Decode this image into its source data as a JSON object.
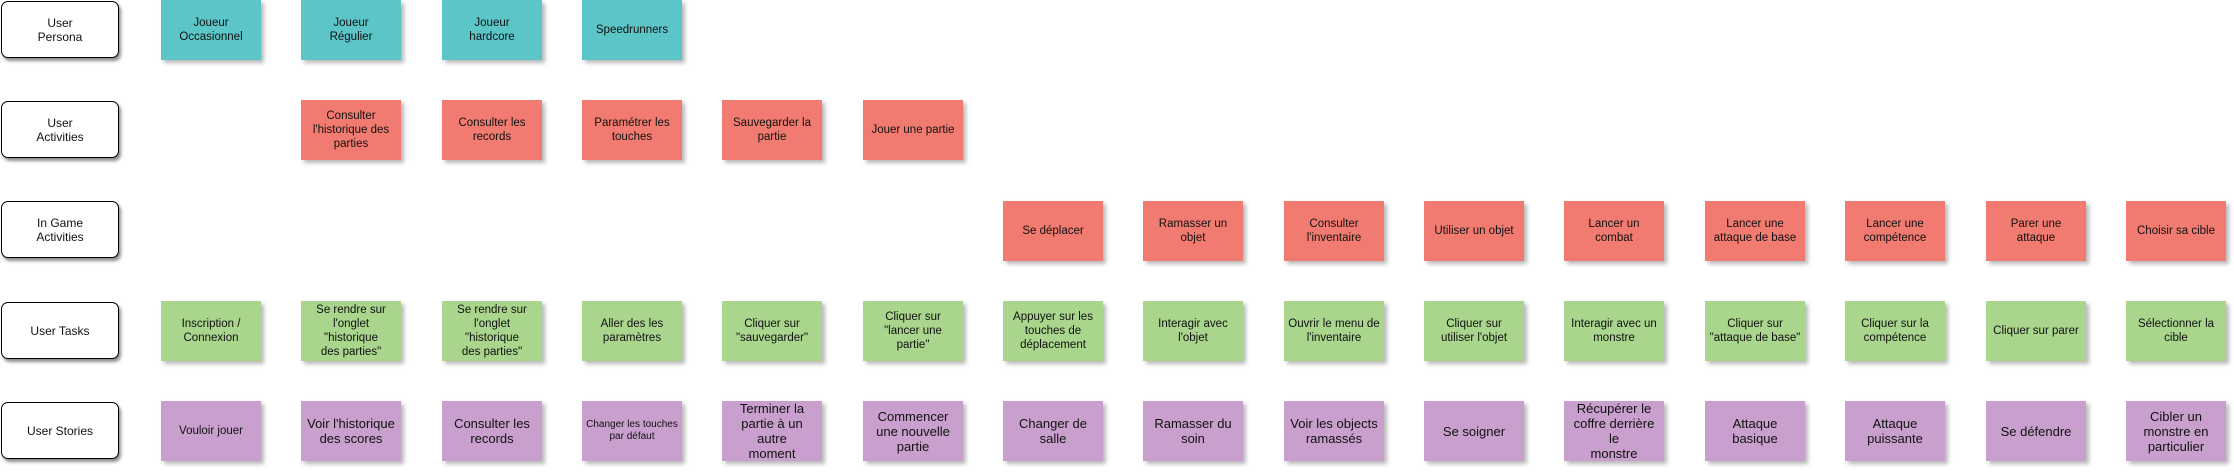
{
  "colors": {
    "persona": "#5bc5c8",
    "activity": "#f27b71",
    "task": "#a9d58d",
    "story": "#c9a0cd"
  },
  "rows": {
    "persona": "User\nPersona",
    "activities": "User\nActivities",
    "ingame": "In Game\nActivities",
    "tasks": "User Tasks",
    "stories": "User Stories"
  },
  "personas": [
    "Joueur\nOccasionnel",
    "Joueur\nRégulier",
    "Joueur\nhardcore",
    "Speedrunners"
  ],
  "user_activities": [
    "Consulter\nl'historique des\nparties",
    "Consulter les\nrecords",
    "Paramétrer les\ntouches",
    "Sauvegarder la\npartie",
    "Jouer une partie"
  ],
  "ingame_activities": [
    "Se déplacer",
    "Ramasser un\nobjet",
    "Consulter\nl'inventaire",
    "Utiliser un objet",
    "Lancer un combat",
    "Lancer une\nattaque de base",
    "Lancer une\ncompétence",
    "Parer une\nattaque",
    "Choisir sa cible"
  ],
  "tasks": [
    "Inscription /\nConnexion",
    "Se rendre sur\nl'onglet \"historique\ndes parties\"",
    "Se rendre sur\nl'onglet \"historique\ndes parties\"",
    "Aller des les\nparamètres",
    "Cliquer sur\n\"sauvegarder\"",
    "Cliquer sur\n\"lancer une partie\"",
    "Appuyer sur les\ntouches de\ndéplacement",
    "Interagir avec\nl'objet",
    "Ouvrir le menu de\nl'inventaire",
    "Cliquer sur\nutiliser l'objet",
    "Interagir avec un\nmonstre",
    "Cliquer sur\n\"attaque de base\"",
    "Cliquer sur la\ncompétence",
    "Cliquer sur parer",
    "Sélectionner la\ncible"
  ],
  "stories": [
    "Vouloir jouer",
    "Voir l'historique\ndes scores",
    "Consulter les\nrecords",
    "Changer les touches\npar défaut",
    "Terminer la\npartie à un autre\nmoment",
    "Commencer\nune nouvelle\npartie",
    "Changer de\nsalle",
    "Ramasser du\nsoin",
    "Voir les objects\nramassés",
    "Se soigner",
    "Récupérer le\ncoffre derrière le\nmonstre",
    "Attaque basique",
    "Attaque\npuissante",
    "Se défendre",
    "Cibler un\nmonstre en\nparticulier"
  ]
}
